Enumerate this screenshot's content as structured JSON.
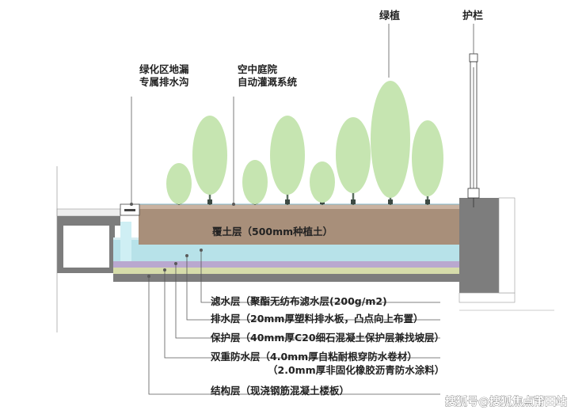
{
  "labels": {
    "greenery": "绿植",
    "railing": "护栏",
    "drain": [
      "绿化区地漏",
      "专属排水沟"
    ],
    "courtyard": [
      "空中庭院",
      "自动灌溉系统"
    ],
    "soil": "覆土层（500mm种植土）",
    "filter": "滤水层（聚酯无纺布滤水层(200g/m2)",
    "drainage": "排水层（20mm厚塑料排水板，凸点向上布置）",
    "protect": "保护层（40mm厚C20细石混凝土保护层兼找坡层）",
    "waterproof": [
      "双重防水层（4.0mm厚自粘耐根穿防水卷材）",
      "（2.0mm厚非固化橡胶沥青防水涂料）"
    ],
    "structure": "结构层（现浇钢筋混凝土楼板）"
  },
  "watermark": "搜狐号@搜狐焦点莆田站",
  "colors": {
    "soil": "#a88f7a",
    "soil_top": "#c9b2a0",
    "filter": "#b7e2e9",
    "filter_top": "#d8eef2",
    "protect": "#b9a8cf",
    "waterproof": "#d6dcaa",
    "structure": "#7d7d7d",
    "tree": "#c6e5b1",
    "trunk": "#5c7060",
    "leader": "#5a5a5a"
  }
}
